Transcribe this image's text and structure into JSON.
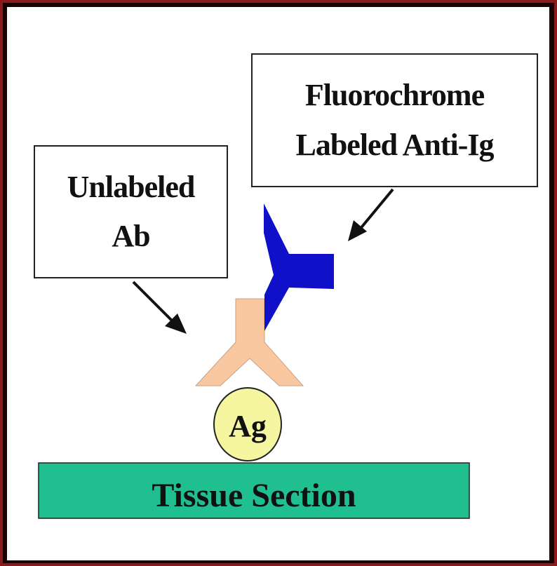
{
  "labels": {
    "unlabeled_ab": [
      "Unlabeled",
      "Ab"
    ],
    "fluorochrome": [
      "Fluorochrome",
      "Labeled Anti-Ig"
    ],
    "antigen": "Ag",
    "tissue": "Tissue Section"
  },
  "colors": {
    "frame": "#8b1a1a",
    "background": "#ffffff",
    "tissue": "#1fbf90",
    "antigen": "#f6f5a0",
    "unlabeled_antibody": "#f9c7a0",
    "labeled_antibody": "#1010c8",
    "outline": "#222222"
  }
}
